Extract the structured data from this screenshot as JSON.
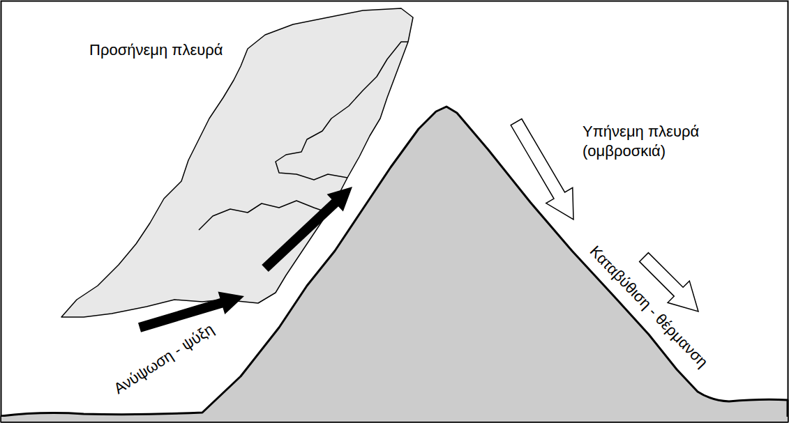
{
  "diagram": {
    "labels": [
      "Προσήνεμη πλευρά",
      "Ανύψωση - ψύξη",
      "Υπήνεμη πλευρά (ομβροσκιά)",
      "Καταβύθιση - θέρμανση"
    ]
  }
}
